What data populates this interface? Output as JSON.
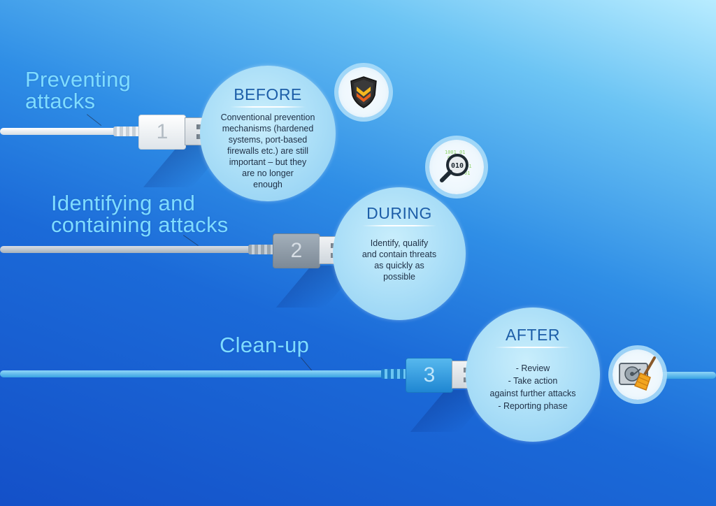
{
  "steps": [
    {
      "number": "1",
      "heading": [
        "Preventing",
        "attacks"
      ],
      "title": "BEFORE",
      "body": [
        "Conventional prevention",
        "mechanisms (hardened",
        "systems, port-based",
        "firewalls etc.) are still",
        "important – but they",
        "are no longer",
        "enough"
      ],
      "icon": "shield-icon"
    },
    {
      "number": "2",
      "heading": [
        "Identifying and",
        "containing attacks"
      ],
      "title": "DURING",
      "body": [
        "Identify, qualify",
        "and contain threats",
        "as quickly as",
        "possible"
      ],
      "icon": "magnifier-binary-icon",
      "icon_text": "010"
    },
    {
      "number": "3",
      "heading": [
        "Clean-up"
      ],
      "title": "AFTER",
      "body": [
        "- Review",
        "- Take action",
        "against further attacks",
        "- Reporting phase"
      ],
      "icon": "hard-drive-broom-icon"
    }
  ],
  "colors": {
    "heading": "#7fdcff",
    "circle_title": "#1d5ea8",
    "cable_1": "#e9eef2",
    "cable_2": "#b9c3cc",
    "cable_3": "#5cc0f0",
    "plug_1": "#f4f6f8",
    "plug_2": "#8b99a6",
    "plug_3": "#2f9be0"
  }
}
